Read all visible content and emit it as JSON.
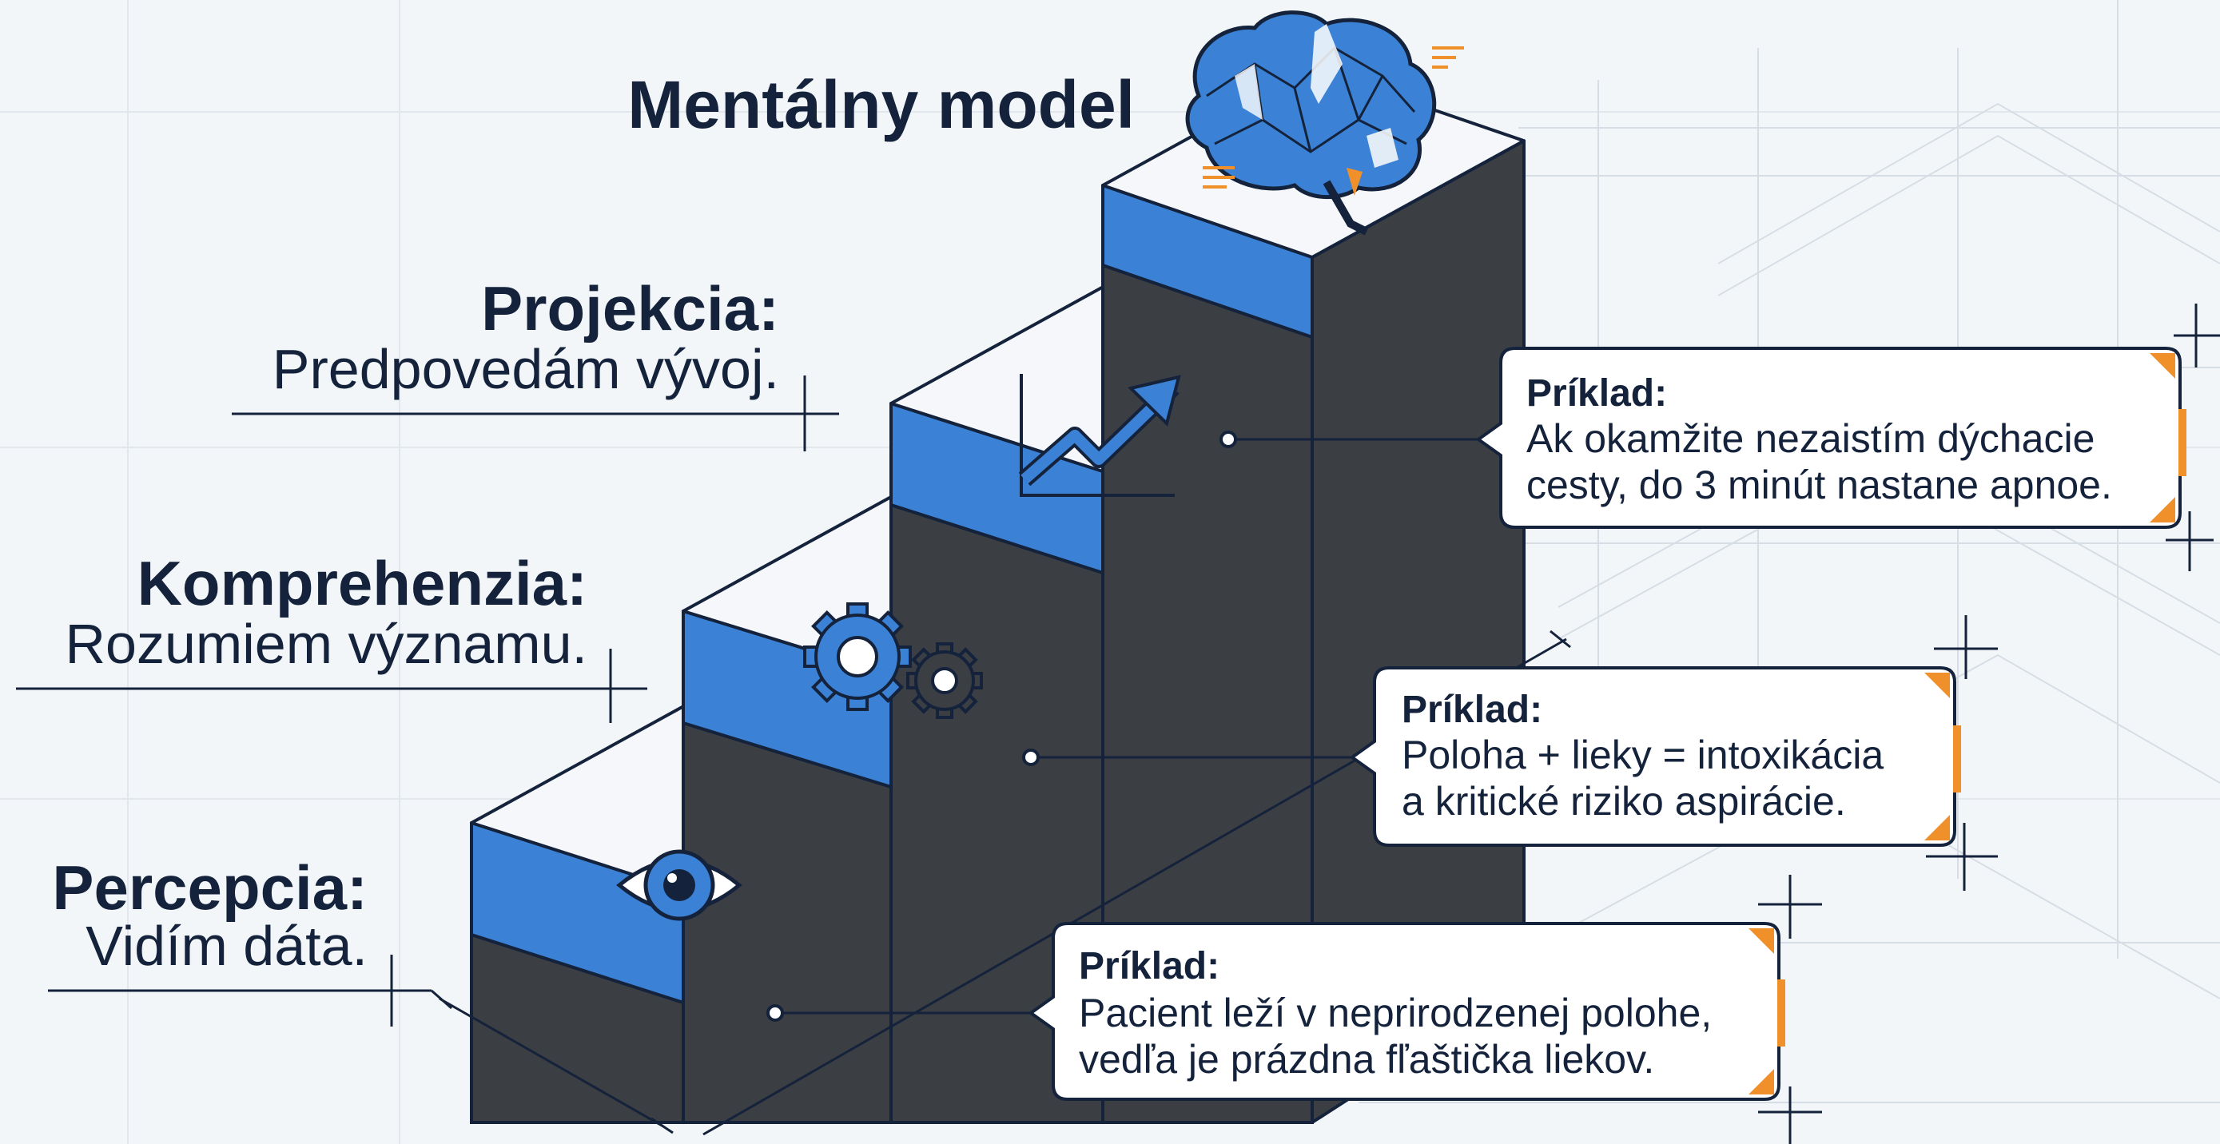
{
  "colors": {
    "background": "#f3f6f9",
    "step_top": "#f5f7fa",
    "step_front": "#3b82d6",
    "step_side": "#3b3e43",
    "outline": "#14233b",
    "accent": "#f0902a",
    "grid": "#dde3ea"
  },
  "top_label": "Mentálny model",
  "levels": [
    {
      "title": "Percepcia:",
      "subtitle": "Vidím dáta.",
      "icon": "eye-icon"
    },
    {
      "title": "Komprehenzia:",
      "subtitle": "Rozumiem významu.",
      "icon": "gears-icon"
    },
    {
      "title": "Projekcia:",
      "subtitle": "Predpovedám vývoj.",
      "icon": "trend-chart-icon"
    },
    {
      "title": "",
      "subtitle": "",
      "icon": "brain-icon"
    }
  ],
  "callouts": [
    {
      "heading": "Príklad:",
      "lines": [
        "Ak okamžite nezaistím dýchacie",
        "cesty, do 3 minút nastane apnoe."
      ]
    },
    {
      "heading": "Príklad:",
      "lines": [
        "Poloha + lieky = intoxikácia",
        "a kritické riziko aspirácie."
      ]
    },
    {
      "heading": "Príklad:",
      "lines": [
        "Pacient leží v neprirodzenej polohe,",
        "vedľa je prázdna fľaštička liekov."
      ]
    }
  ]
}
